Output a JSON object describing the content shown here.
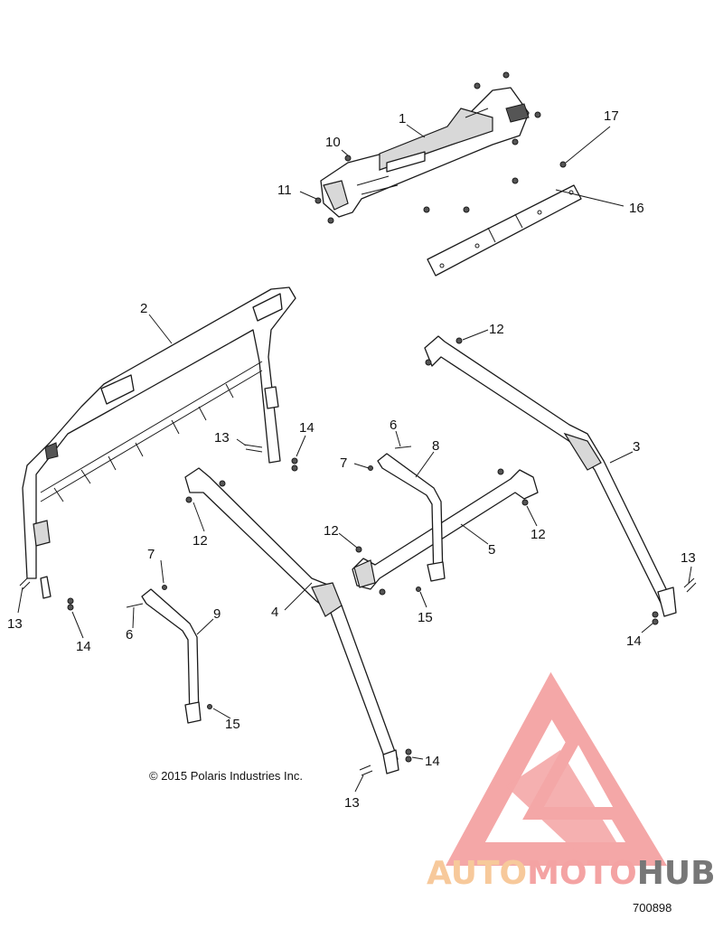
{
  "callouts": [
    {
      "id": "c1",
      "label": "1"
    },
    {
      "id": "c2",
      "label": "2"
    },
    {
      "id": "c3",
      "label": "3"
    },
    {
      "id": "c4",
      "label": "4"
    },
    {
      "id": "c5",
      "label": "5"
    },
    {
      "id": "c6a",
      "label": "6"
    },
    {
      "id": "c6b",
      "label": "6"
    },
    {
      "id": "c7a",
      "label": "7"
    },
    {
      "id": "c7b",
      "label": "7"
    },
    {
      "id": "c8",
      "label": "8"
    },
    {
      "id": "c9",
      "label": "9"
    },
    {
      "id": "c10",
      "label": "10"
    },
    {
      "id": "c11",
      "label": "11"
    },
    {
      "id": "c12a",
      "label": "12"
    },
    {
      "id": "c12b",
      "label": "12"
    },
    {
      "id": "c12c",
      "label": "12"
    },
    {
      "id": "c12d",
      "label": "12"
    },
    {
      "id": "c13a",
      "label": "13"
    },
    {
      "id": "c13b",
      "label": "13"
    },
    {
      "id": "c13c",
      "label": "13"
    },
    {
      "id": "c13d",
      "label": "13"
    },
    {
      "id": "c14a",
      "label": "14"
    },
    {
      "id": "c14b",
      "label": "14"
    },
    {
      "id": "c14c",
      "label": "14"
    },
    {
      "id": "c14d",
      "label": "14"
    },
    {
      "id": "c15a",
      "label": "15"
    },
    {
      "id": "c15b",
      "label": "15"
    },
    {
      "id": "c16",
      "label": "16"
    },
    {
      "id": "c17",
      "label": "17"
    }
  ],
  "copyright": "© 2015 Polaris Industries Inc.",
  "figure_number": "700898",
  "watermark": {
    "part1": "AUTO",
    "part2": "MOTO",
    "part3": "HUB",
    "color_primary": "#f4a3a3",
    "color_secondary": "#f7c99b",
    "color_hub": "#777777"
  }
}
